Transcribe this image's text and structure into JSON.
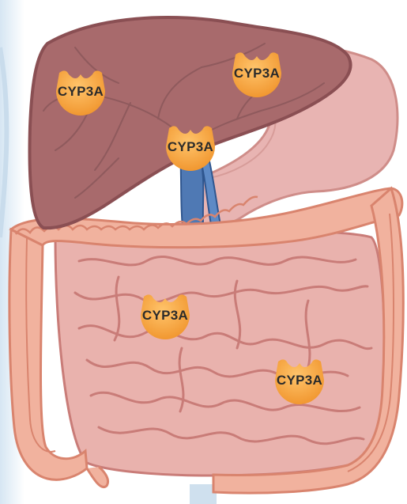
{
  "colors": {
    "liver": "#a86a6c",
    "liver_outline": "#8a4f53",
    "liver_veins": "#8f5a5d",
    "stomach": "#e8b4b2",
    "stomach_outline": "#cf8d89",
    "colon": "#f1b29e",
    "colon_outline": "#d9846e",
    "small_intestine": "#e9b2ad",
    "small_intestine_outline": "#c97c78",
    "duct": "#4f79b4",
    "badge": "#f4a23b",
    "badge_text": "#2b2b2b"
  },
  "enzymes": [
    {
      "organ": "liver",
      "label": "CYP3A"
    },
    {
      "organ": "liver",
      "label": "CYP3A"
    },
    {
      "organ": "liver",
      "label": "CYP3A"
    },
    {
      "organ": "small-intestine",
      "label": "CYP3A"
    },
    {
      "organ": "small-intestine",
      "label": "CYP3A"
    }
  ]
}
